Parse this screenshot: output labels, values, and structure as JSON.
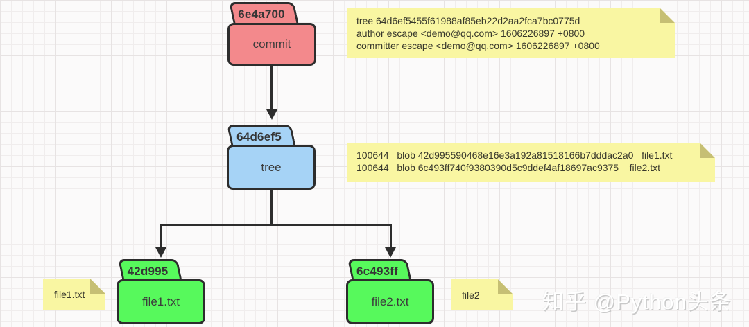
{
  "objects": {
    "commit": {
      "hash": "6e4a700",
      "label": "commit"
    },
    "tree": {
      "hash": "64d6ef5",
      "label": "tree"
    },
    "blob1": {
      "hash": "42d995",
      "label": "file1.txt"
    },
    "blob2": {
      "hash": "6c493ff",
      "label": "file2.txt"
    }
  },
  "notes": {
    "commit_note": {
      "lines": [
        "tree 64d6ef5455f61988af85eb22d2aa2fca7bc0775d",
        "author escape <demo@qq.com> 1606226897 +0800",
        "committer escape <demo@qq.com> 1606226897 +0800"
      ]
    },
    "tree_note": {
      "lines": [
        "100644   blob 42d995590468e16e3a192a81518166b7dddac2a0   file1.txt",
        "100644   blob 6c493ff740f9380390d5c9ddef4af18697ac9375    file2.txt"
      ]
    },
    "blob1_note": {
      "text": "file1.txt"
    },
    "blob2_note": {
      "text": "file2"
    }
  },
  "watermark": {
    "text": "知乎 @Python头条"
  },
  "colors": {
    "commit": "#f3898c",
    "tree": "#a6d3f6",
    "blob": "#57f95c",
    "note": "#f9f6a2",
    "note_fold": "#c6bf74",
    "stroke": "#2d2d2d"
  }
}
